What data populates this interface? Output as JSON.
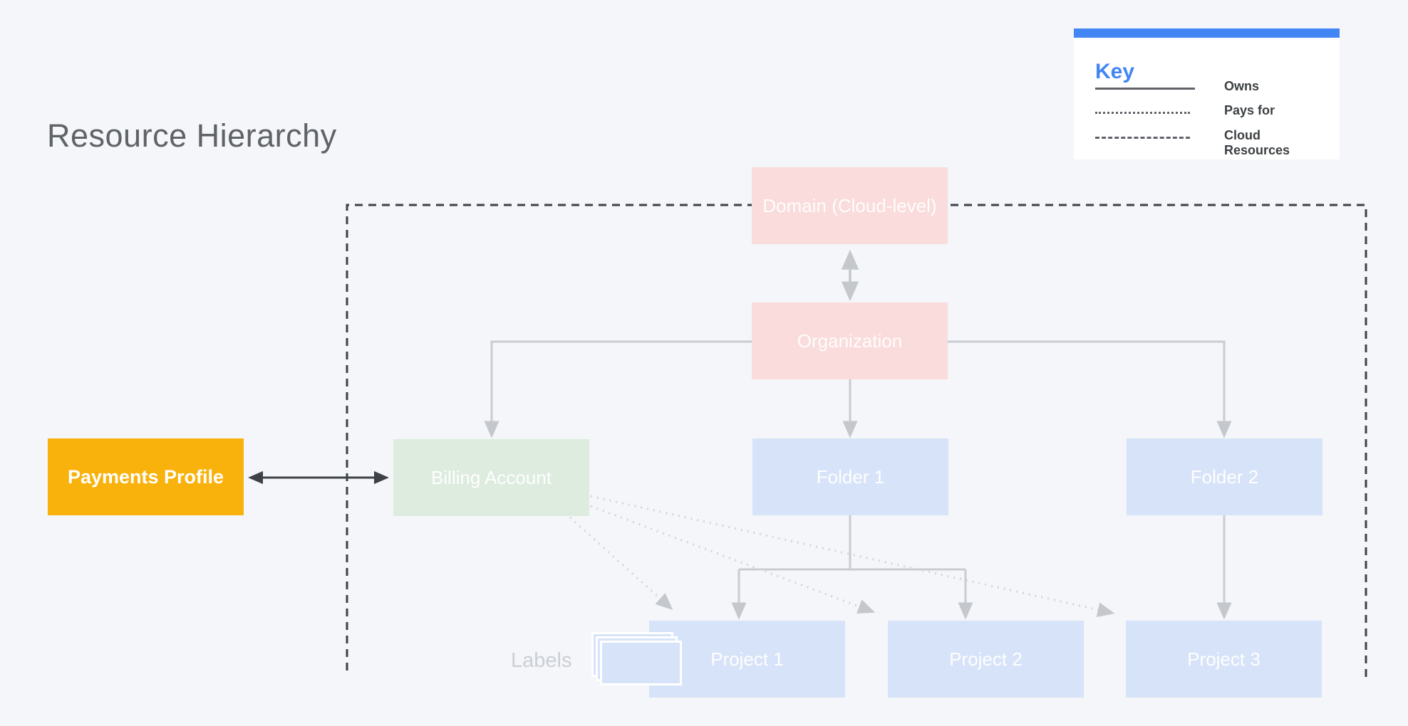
{
  "title": "Resource Hierarchy",
  "legend": {
    "title": "Key",
    "items": [
      {
        "style": "solid",
        "label": "Owns"
      },
      {
        "style": "dotted",
        "label": "Pays for"
      },
      {
        "style": "dashed",
        "label": "Cloud Resources"
      }
    ]
  },
  "nodes": {
    "domain": {
      "label": "Domain (Cloud-level)"
    },
    "organization": {
      "label": "Organization"
    },
    "billing_account": {
      "label": "Billing Account"
    },
    "folder1": {
      "label": "Folder 1"
    },
    "folder2": {
      "label": "Folder 2"
    },
    "payments_profile": {
      "label": "Payments Profile"
    },
    "project1": {
      "label": "Project 1"
    },
    "project2": {
      "label": "Project 2"
    },
    "project3": {
      "label": "Project 3"
    }
  },
  "labels_caption": "Labels",
  "colors": {
    "background": "#f4f6f9",
    "pink_node": "#f9dcdb",
    "green_node": "#ddecdf",
    "blue_node": "#d7e3f8",
    "yellow_node": "#f9b20c",
    "legend_accent_blue": "#4285f4",
    "dark_line": "#3e4247",
    "gray_line": "#c9ccd1",
    "dotted_line": "#d2d5da",
    "title_text": "#5f6368"
  }
}
